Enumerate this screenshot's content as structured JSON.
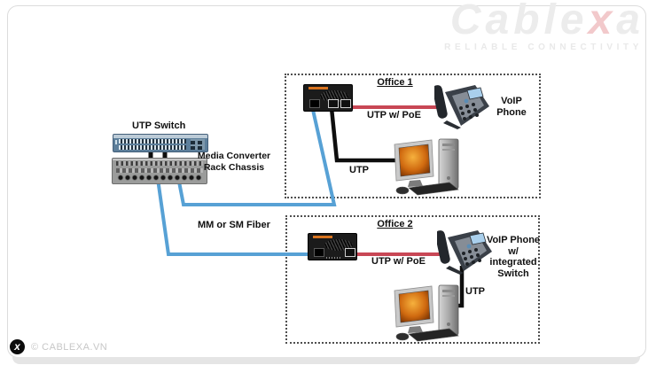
{
  "brand": {
    "logo_prefix": "Cable",
    "logo_accent": "x",
    "logo_suffix": "a",
    "tagline": "RELIABLE CONNECTIVITY"
  },
  "footer": {
    "copyright": "© CABLEXA.VN",
    "mark": "x"
  },
  "colors": {
    "fiber_blue": "#57a1d5",
    "poe_red": "#c84755",
    "utp_black": "#0e0e0e",
    "logo_gray": "#ececec",
    "logo_accent_pink": "#f2c9cb"
  },
  "labels": {
    "utp_switch": "UTP Switch",
    "media_converter_chassis": "Media Converter Rack Chassis",
    "fiber": "MM or SM Fiber"
  },
  "office1": {
    "title": "Office 1",
    "poe_link": "UTP w/ PoE",
    "utp_link": "UTP",
    "phone": "VoIP Phone"
  },
  "office2": {
    "title": "Office 2",
    "poe_link": "UTP w/ PoE",
    "utp_link": "UTP",
    "phone": "VoIP Phone w/ integrated Switch"
  }
}
